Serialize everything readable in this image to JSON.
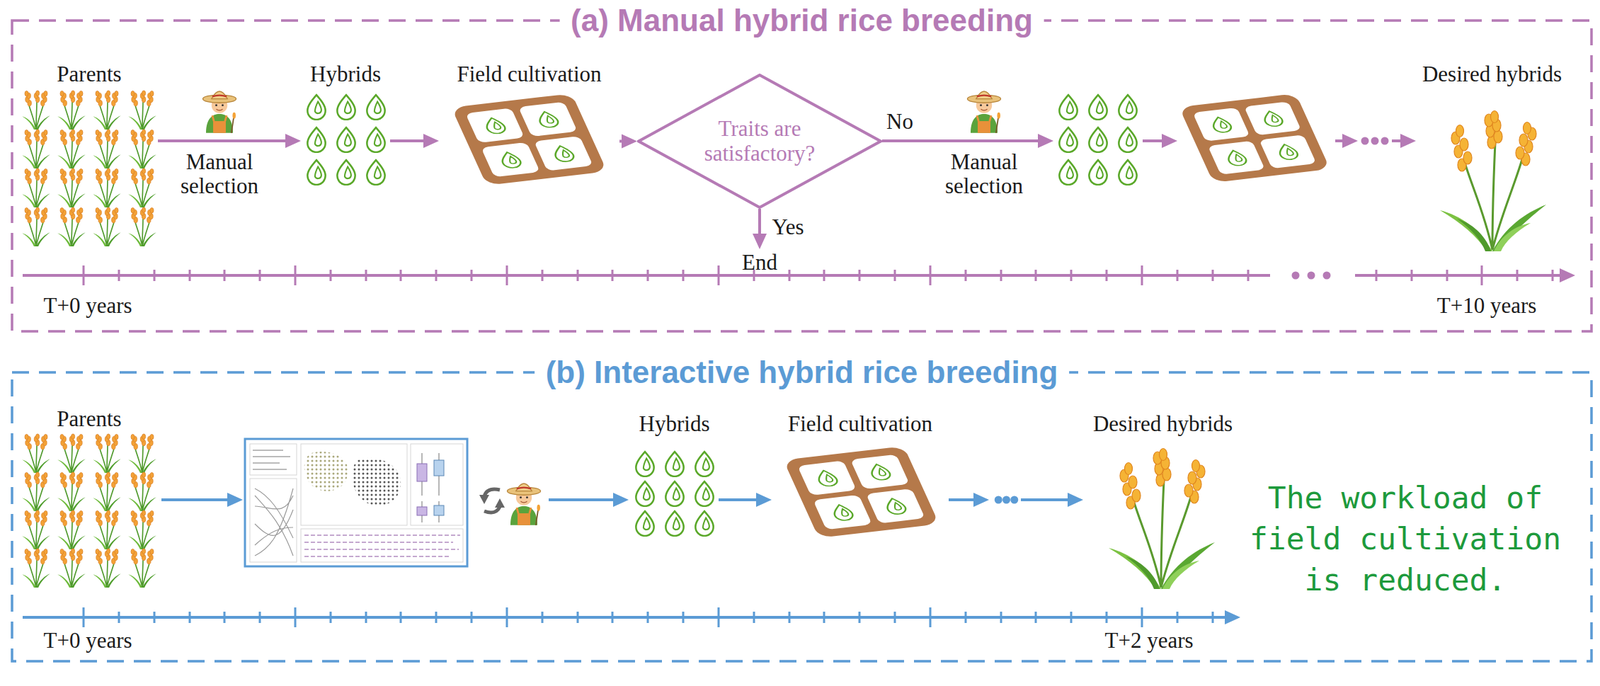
{
  "diagram": {
    "nodes": [
      {
        "text": [
          "(a) Manual hybrid rice breeding"
        ]
      },
      {
        "text": [
          "Parents"
        ],
        "in": 0
      },
      {
        "text": [
          "Hybrids"
        ],
        "in": 0
      },
      {
        "text": [
          "Field cultivation"
        ],
        "in": 0
      },
      {
        "text": [
          "Traits are satisfactory?"
        ],
        "in": 0
      },
      {
        "text": [
          "End"
        ],
        "in": 0
      },
      {
        "text": [
          "Desired hybrids"
        ],
        "in": 0
      },
      {
        "text": [
          "(b) Interactive hybrid rice breeding"
        ]
      },
      {
        "text": [
          "Parents"
        ],
        "in": 7
      },
      {
        "text": [
          "Hybrids"
        ],
        "in": 7
      },
      {
        "text": [
          "Field cultivation"
        ],
        "in": 7
      },
      {
        "text": [
          "Desired hybrids"
        ],
        "in": 7
      }
    ],
    "edges": [
      {
        "from": 1,
        "to": 2,
        "arrow": "to",
        "label": "Manual selection"
      },
      {
        "from": 2,
        "to": 3,
        "arrow": "to"
      },
      {
        "from": 3,
        "to": 4,
        "arrow": "to"
      },
      {
        "from": 4,
        "to": 5,
        "arrow": "to",
        "label": "Yes"
      },
      {
        "from": 9,
        "to": 10,
        "arrow": "to"
      },
      {
        "from": 10,
        "to": 11,
        "arrow": "to"
      }
    ],
    "labels": [
      "No",
      "Manual selection",
      "T+0 years",
      "T+10 years",
      "T+0 years",
      "T+2 years",
      "The workload of field cultivation is reduced."
    ]
  }
}
